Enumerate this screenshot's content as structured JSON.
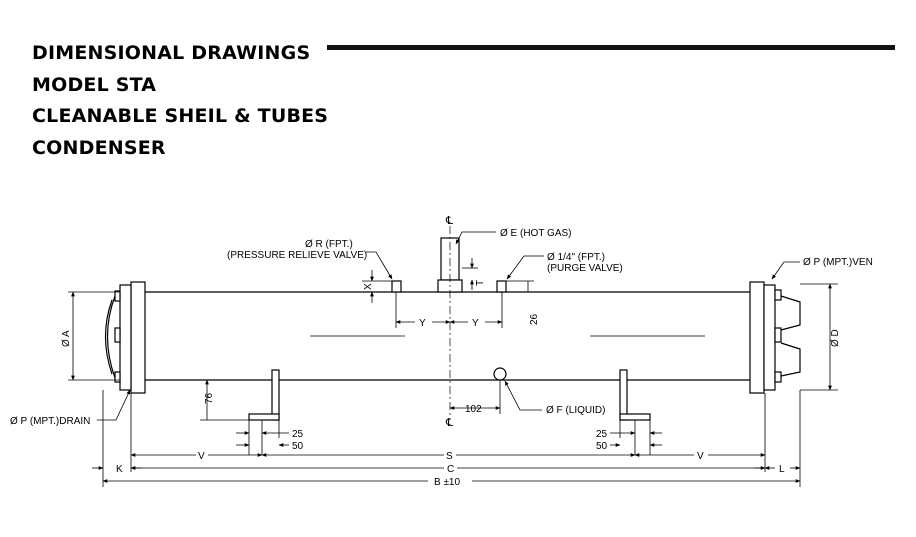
{
  "title": {
    "lines": [
      "DIMENSIONAL DRAWINGS",
      "MODEL STA",
      "CLEANABLE SHEIL & TUBES",
      "CONDENSER"
    ]
  },
  "labels": {
    "hot_gas": "Ø E (HOT GAS)",
    "relief_1": "Ø R (FPT.)",
    "relief_2": "(PRESSURE RELIEVE VALVE)",
    "purge_1": "Ø 1/4\" (FPT.)",
    "purge_2": "(PURGE VALVE)",
    "vent": "Ø P (MPT.)VEN",
    "drain": "Ø P (MPT.)DRAIN",
    "liquid": "Ø F (LIQUID)",
    "centerline": "℄"
  },
  "dimensions": {
    "x": "X",
    "t": "T",
    "y_left": "Y",
    "y_right": "Y",
    "d26": "26",
    "a": "Ø A",
    "d": "Ø D",
    "d76": "76",
    "d102": "102",
    "d25_left": "25",
    "d50_left": "50",
    "d25_right": "25",
    "d50_right": "50",
    "v_left": "V",
    "v_right": "V",
    "s": "S",
    "k": "K",
    "c": "C",
    "l": "L",
    "b": "B ±10"
  }
}
